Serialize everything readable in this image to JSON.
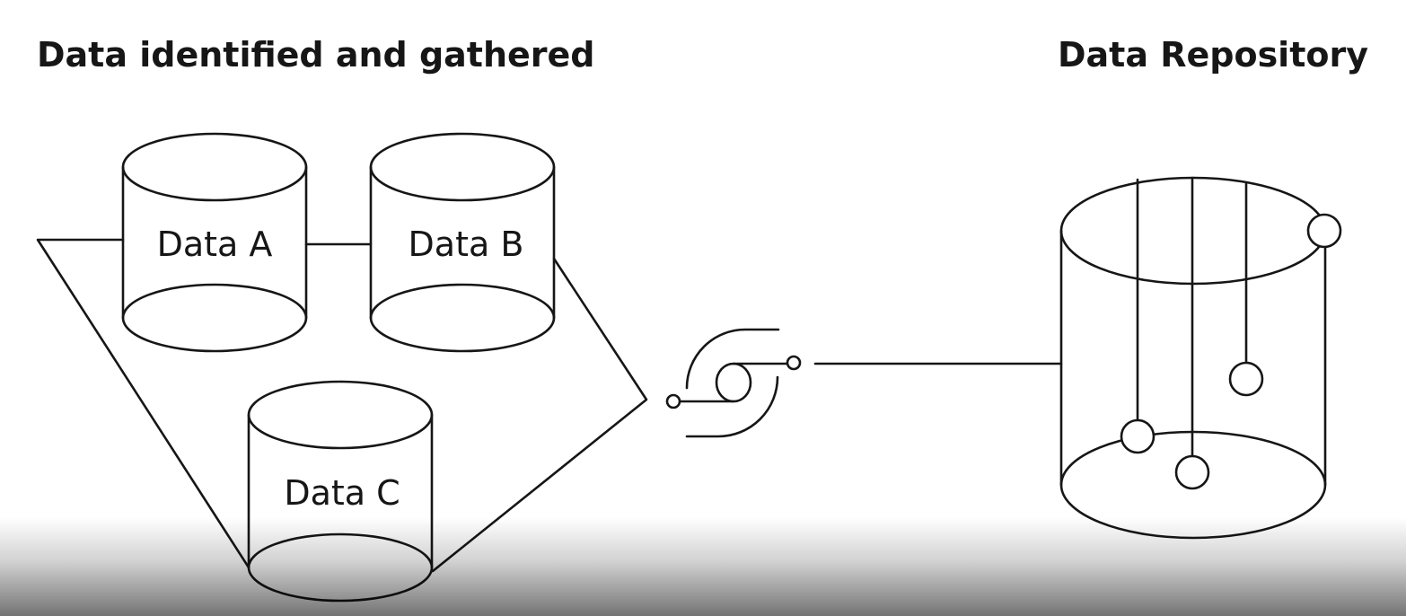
{
  "headings": {
    "left": "Data identified and gathered",
    "right": "Data Repository"
  },
  "sources": [
    {
      "label": "Data A"
    },
    {
      "label": "Data B"
    },
    {
      "label": "Data C"
    }
  ],
  "colors": {
    "stroke": "#161616",
    "background": "#ffffff"
  },
  "icons": {
    "pipeline": "data-pipeline-icon",
    "repository": "data-repository-icon"
  }
}
